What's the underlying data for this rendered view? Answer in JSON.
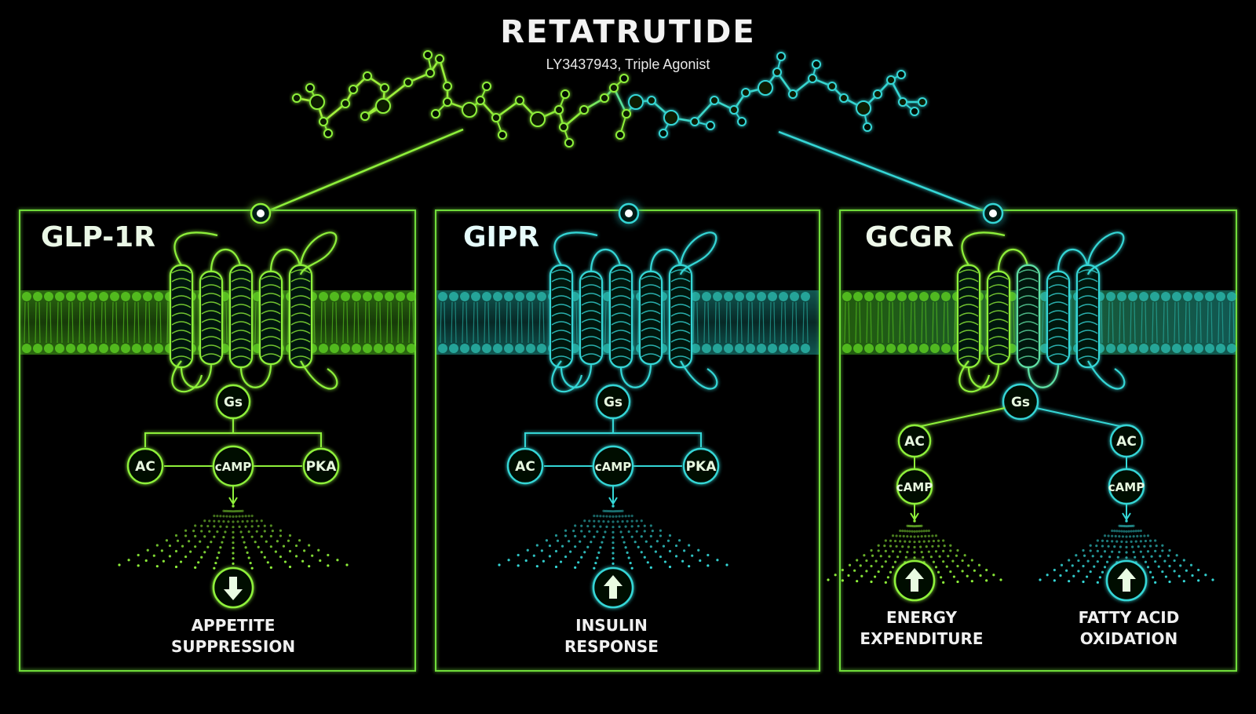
{
  "header": {
    "title": "RETATRUTIDE",
    "subtitle": "LY3437943, Triple Agonist"
  },
  "colors": {
    "background": "#000000",
    "green": "#8ef03a",
    "cyan": "#34d6d6",
    "panel_border": "#6fdc3a",
    "text": "#f0f0f0"
  },
  "panels": [
    {
      "receptor": "GLP-1R",
      "theme": "green",
      "gs": "Gs",
      "nodes": [
        "AC",
        "cAMP",
        "PKA"
      ],
      "outcome_icon": "arrow-down-icon",
      "outcome_lines": [
        "APPETITE",
        "SUPPRESSION"
      ]
    },
    {
      "receptor": "GIPR",
      "theme": "cyan",
      "gs": "Gs",
      "nodes": [
        "AC",
        "cAMP",
        "PKA"
      ],
      "outcome_icon": "arrow-up-icon",
      "outcome_lines": [
        "INSULIN",
        "RESPONSE"
      ]
    },
    {
      "receptor": "GCGR",
      "theme": "mixed",
      "gs": "Gs",
      "branches": [
        {
          "nodes": [
            "AC",
            "cAMP"
          ],
          "theme": "green",
          "outcome_icon": "arrow-up-icon",
          "outcome_lines": [
            "ENERGY",
            "EXPENDITURE"
          ]
        },
        {
          "nodes": [
            "AC",
            "cAMP"
          ],
          "theme": "cyan",
          "outcome_icon": "arrow-up-icon",
          "outcome_lines": [
            "FATTY ACID",
            "OXIDATION"
          ]
        }
      ]
    }
  ]
}
